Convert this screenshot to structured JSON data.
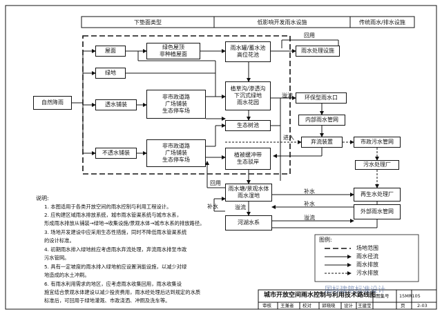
{
  "header": {
    "col1": "下垫面类型",
    "col2": "低影响开发雨水设施",
    "col3": "传统雨水/排水设施"
  },
  "nodes": {
    "natural_rain": "自然降雨",
    "roof": "屋面",
    "green_roof": [
      "绿色屋顶",
      "非种植屋面"
    ],
    "greenland": "绿地",
    "permeable_paving": "透水铺装",
    "nonmunicipal_a": [
      "非市政道路",
      "广场铺装",
      "生态停车场"
    ],
    "impermeable_paving": "不透水铺装",
    "nonmunicipal_b": [
      "非市政道路",
      "广场铺装",
      "生态停车场"
    ],
    "rain_tank": [
      "雨水罐/蓄水池",
      "高位花池"
    ],
    "rain_treatment": "雨水处理设施",
    "grass_swale": [
      "植草沟/渗透沟",
      "下沉式绿地",
      "雨水花园"
    ],
    "eco_pool": "生态树池",
    "vegetated_buffer": [
      "植被缓冲带",
      "生态驳岸"
    ],
    "eco_inlet": "环保型雨水口",
    "internal_pipe": "内部雨水管网",
    "diversion": "弃流装置",
    "municipal_sewer": "市政污水管网",
    "sewage_plant": "污水处理厂",
    "pond": [
      "雨水塘/景观水体",
      "雨水湿地"
    ],
    "reclaim_plant": "再生水处理厂",
    "external_pipe": "外部雨水管网",
    "river": "河湖水系"
  },
  "edge_labels": {
    "reuse_top": "回用",
    "overflow_mid": "溢流",
    "inflow": "进入",
    "reuse_left": "回用",
    "supply_left": "补水",
    "overflow_low": "溢流",
    "supply_right1": "补水",
    "supply_right2": "补水",
    "overflow_right": "溢流"
  },
  "notes": {
    "title": "说明:",
    "lines": [
      "1. 本图适用于各类开放空间的雨水控制与利用工程设计。",
      "2. 应构建区域雨水排放系统，城市雨水管渠系统与城市水系，",
      "形成雨水排放从铺装→绿地→收集设施/景观水体→城市水系的排放路径。",
      "3. 场地开发建设中应采用生态性措施，同时不降低雨水管渠系统",
      "的设计标准。",
      "4. 初期雨水排入绿地前应考虑雨水弃流处理，弃流雨水排至市政",
      "污水管网。",
      "5. 具有一定坡度的雨水排入绿地前应设置消能设施，以减少对绿",
      "地造成的水土冲刷。",
      "6. 有雨水利用需求的地区，应考虑雨水收集回用，雨水收集设",
      "施宜结合景观水体建设以减少投资费用，雨水经处理后达到规定的水质",
      "标准后，可回用于绿地灌溉、市政浇洒、冲厕及洗车等。"
    ]
  },
  "legend": {
    "title": "图例:",
    "items": [
      "场地范围",
      "雨水径流",
      "雨水排放",
      "污水排放"
    ]
  },
  "title_block": {
    "title": "城市开放空间雨水控制与利用技术路线图",
    "atlas_label": "图集号",
    "atlas_no": "15MR105",
    "page_label": "页",
    "page_no": "2-03",
    "check_label": "审核",
    "proof_label": "校对",
    "design_label": "设计",
    "checker": "王兼者",
    "proofer": "郭晓晓",
    "designer": "王建莹"
  },
  "watermark": "国标建筑标准设计"
}
